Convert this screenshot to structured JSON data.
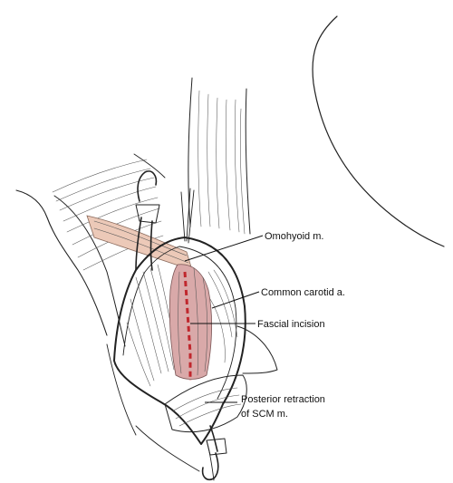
{
  "labels": {
    "omohyoid": "Omohyoid m.",
    "carotid": "Common carotid a.",
    "incision": "Fascial incision",
    "scm_line1": "Posterior retraction",
    "scm_line2": "of SCM m."
  },
  "colors": {
    "omohyoid_fill": "#ecc9b8",
    "carotid_fill": "#d9a9a9",
    "incision_dash": "#c0272d",
    "ink": "#222222"
  }
}
